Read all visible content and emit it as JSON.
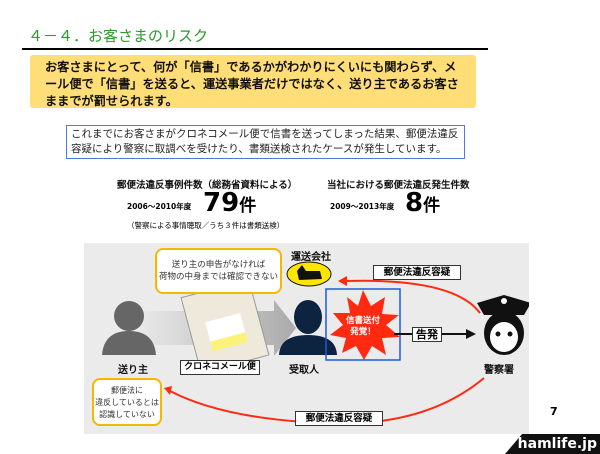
{
  "title": "４－４．お客さまのリスク",
  "lead": "お客さまにとって、何が「信書」であるかがわかりにくいにも関わらず、メール便で「信書」を送ると、運送事業者だけではなく、送り主であるお客さままでが罰せられます。",
  "note": "これまでにお客さまがクロネコメール便で信書を送ってしまった結果、郵便法違反容疑により警察に取調べを受けたり、書類送検されたケースが発生しています。",
  "stats": [
    {
      "heading": "郵便法違反事例件数（総務省資料による）",
      "period": "2006～2010年度",
      "count": "79",
      "unit": "件",
      "footnote": "（警察による事情聴取／うち３件は書類送検）"
    },
    {
      "heading": "当社における郵便法違反発生件数",
      "period": "2009～2013年度",
      "count": "8",
      "unit": "件"
    }
  ],
  "diagram": {
    "callout_top": [
      "送り主の申告がなければ",
      "荷物の中身までは確認できない"
    ],
    "carrier_label": "運送会社",
    "tag_top": "郵便法違反容疑",
    "sender_label": "送り主",
    "mail_label": "クロネコメール便",
    "receiver_label": "受取人",
    "burst": [
      "信書送付",
      "発覚！"
    ],
    "report_label": "告発",
    "police_label": "警察署",
    "callout_bottom": [
      "郵便法に",
      "違反しているとは",
      "認識していない"
    ],
    "tag_bottom": "郵便法違反容疑"
  },
  "page_number": "7",
  "watermark": "hamlife.jp"
}
